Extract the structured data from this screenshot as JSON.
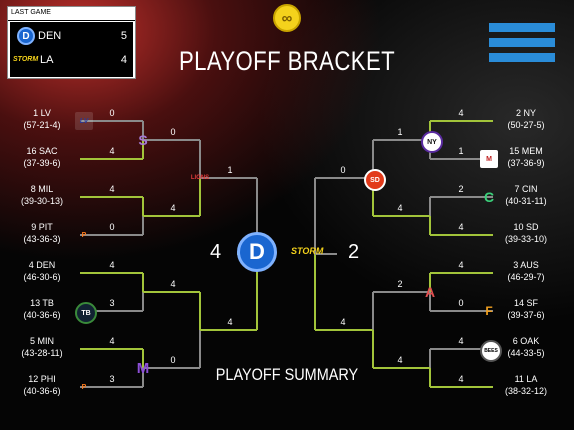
{
  "header": {
    "title": "PLAYOFF BRACKET",
    "coin_icon": "infinity-icon",
    "summary_label": "PLAYOFF SUMMARY"
  },
  "last_game": {
    "label": "LAST GAME",
    "team1": {
      "abbr": "DEN",
      "score": "5",
      "logo_text": "D"
    },
    "team2": {
      "abbr": "LA",
      "score": "4",
      "logo_text": "STORM"
    }
  },
  "final": {
    "left_score": "4",
    "right_score": "2",
    "left_logo_text": "D",
    "right_logo_text": "STORM"
  },
  "left_teams": [
    {
      "seed_name": "1 LV",
      "record": "(57-21-4)"
    },
    {
      "seed_name": "16 SAC",
      "record": "(37-39-6)"
    },
    {
      "seed_name": "8 MIL",
      "record": "(39-30-13)"
    },
    {
      "seed_name": "9 PIT",
      "record": "(43-36-3)"
    },
    {
      "seed_name": "4 DEN",
      "record": "(46-30-6)"
    },
    {
      "seed_name": "13 TB",
      "record": "(40-36-6)"
    },
    {
      "seed_name": "5 MIN",
      "record": "(43-28-11)"
    },
    {
      "seed_name": "12 PHI",
      "record": "(40-36-6)"
    }
  ],
  "right_teams": [
    {
      "seed_name": "2 NY",
      "record": "(50-27-5)"
    },
    {
      "seed_name": "15 MEM",
      "record": "(37-36-9)"
    },
    {
      "seed_name": "7 CIN",
      "record": "(40-31-11)"
    },
    {
      "seed_name": "10 SD",
      "record": "(39-33-10)"
    },
    {
      "seed_name": "3 AUS",
      "record": "(46-29-7)"
    },
    {
      "seed_name": "14 SF",
      "record": "(39-37-6)"
    },
    {
      "seed_name": "6 OAK",
      "record": "(44-33-5)"
    },
    {
      "seed_name": "11 LA",
      "record": "(38-32-12)"
    }
  ],
  "scores": {
    "left_r1": [
      "0",
      "4",
      "4",
      "0",
      "4",
      "3",
      "4",
      "3"
    ],
    "left_r2": [
      "0",
      "4",
      "4",
      "0"
    ],
    "left_r3": [
      "1",
      "4"
    ],
    "right_r1": [
      "4",
      "1",
      "2",
      "4",
      "4",
      "0",
      "4",
      "4"
    ],
    "right_r2": [
      "1",
      "4",
      "2",
      "4"
    ],
    "right_r3": [
      "0",
      "4"
    ]
  },
  "logos": {
    "left_r1": [
      "LV",
      "",
      "",
      "P",
      "",
      "TB",
      "",
      "P"
    ],
    "left_r2": [
      "S",
      "",
      "",
      "M"
    ],
    "left_r3": [
      "LIONS",
      ""
    ],
    "right_r1": [
      "",
      "M",
      "C",
      "",
      "",
      "F",
      "BEES",
      ""
    ],
    "right_r2": [
      "NY",
      "",
      "A",
      ""
    ],
    "right_r3": [
      "SD",
      ""
    ]
  },
  "colors": {
    "winner_line": "#a2c43a",
    "loser_line": "#8a8a8a",
    "menu": "#2a8cd8",
    "coin": "#f4d21c",
    "den_blue": "#1a66d0"
  }
}
